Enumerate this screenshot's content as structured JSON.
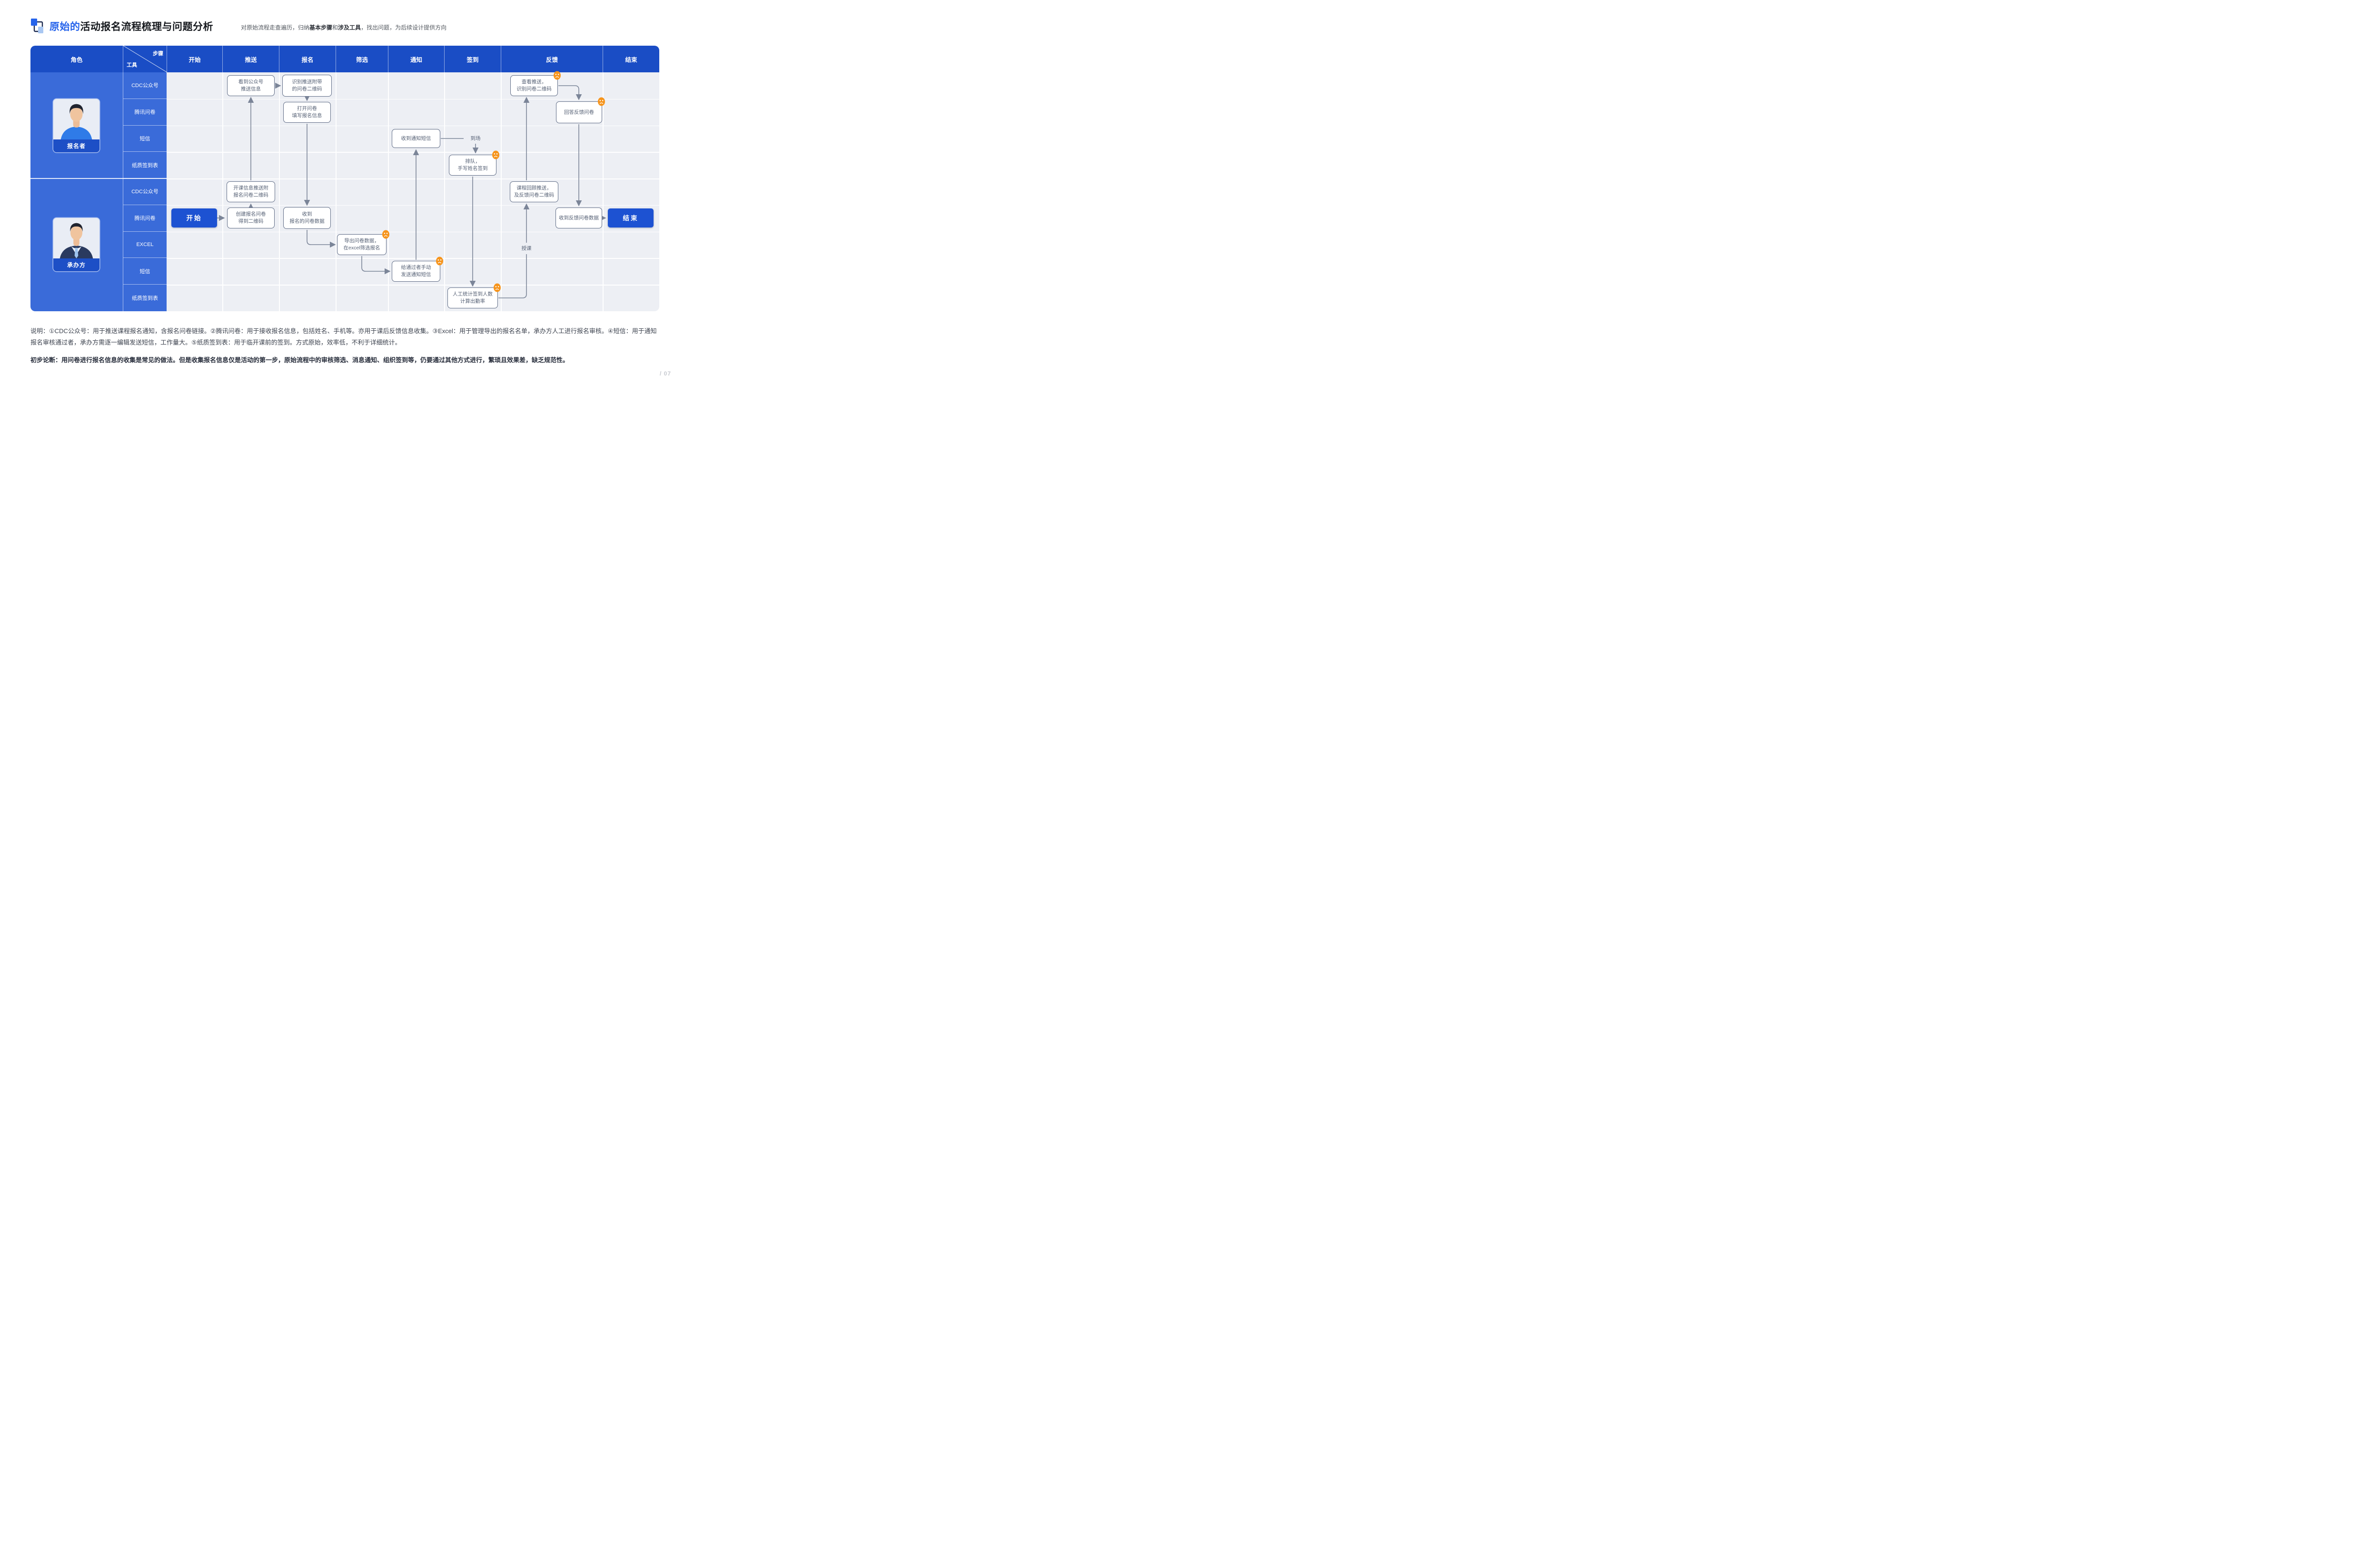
{
  "slide": {
    "title": {
      "highlight": "原始的",
      "rest": "活动报名流程梳理与问题分析"
    },
    "subtitle_runs": [
      {
        "text": "对原始流程走查遍历，归纳",
        "bold": false
      },
      {
        "text": "基本步骤",
        "bold": true
      },
      {
        "text": "和",
        "bold": false
      },
      {
        "text": "涉及工具",
        "bold": true
      },
      {
        "text": "，找出问题，为后续设计提供方向",
        "bold": false
      }
    ],
    "page_number": "/ 07"
  },
  "matrix": {
    "corner": {
      "role_label": "角色",
      "step_label": "步骤",
      "tool_label": "工具"
    },
    "steps": [
      "开始",
      "推送",
      "报名",
      "筛选",
      "通知",
      "签到",
      "反馈",
      "结束"
    ],
    "roles": [
      {
        "name": "报名者",
        "avatar": "male-blue-shirt",
        "tools": [
          "CDC公众号",
          "腾讯问卷",
          "短信",
          "纸质签到表"
        ]
      },
      {
        "name": "承办方",
        "avatar": "male-suit",
        "tools": [
          "CDC公众号",
          "腾讯问卷",
          "EXCEL",
          "短信",
          "纸质签到表"
        ]
      }
    ]
  },
  "flow": {
    "nodes": [
      {
        "id": "see_push",
        "role": "报名者",
        "tool": "CDC公众号",
        "step": "推送",
        "lines": [
          "看到公众号",
          "推送信息"
        ],
        "type": "task",
        "pain": false
      },
      {
        "id": "scan_qr",
        "role": "报名者",
        "tool": "CDC公众号",
        "step": "报名",
        "lines": [
          "识别推送附带",
          "的问卷二维码"
        ],
        "type": "task",
        "pain": false
      },
      {
        "id": "fill_form",
        "role": "报名者",
        "tool": "腾讯问卷",
        "step": "报名",
        "lines": [
          "打开问卷",
          "填写报名信息"
        ],
        "type": "task",
        "pain": false
      },
      {
        "id": "recv_sms",
        "role": "报名者",
        "tool": "短信",
        "step": "通知",
        "lines": [
          "收到通知短信"
        ],
        "type": "task",
        "pain": false
      },
      {
        "id": "queue_sign",
        "role": "报名者",
        "tool": "纸质签到表",
        "step": "签到",
        "lines": [
          "排队，",
          "手写姓名签到"
        ],
        "type": "task",
        "pain": true
      },
      {
        "id": "view_push",
        "role": "报名者",
        "tool": "CDC公众号",
        "step": "反馈",
        "lines": [
          "查看推送，",
          "识别问卷二维码"
        ],
        "type": "task",
        "pain": true
      },
      {
        "id": "answer_fb",
        "role": "报名者",
        "tool": "腾讯问卷",
        "step": "反馈",
        "lines": [
          "回答反馈问卷"
        ],
        "type": "task",
        "pain": true
      },
      {
        "id": "push_course",
        "role": "承办方",
        "tool": "CDC公众号",
        "step": "推送",
        "lines": [
          "开课信息推送附",
          "报名问卷二维码"
        ],
        "type": "task",
        "pain": false
      },
      {
        "id": "start",
        "role": "承办方",
        "tool": "腾讯问卷",
        "step": "开始",
        "lines": [
          "开始"
        ],
        "type": "start",
        "pain": false
      },
      {
        "id": "create_form",
        "role": "承办方",
        "tool": "腾讯问卷",
        "step": "推送",
        "lines": [
          "创建报名问卷",
          "得到二维码"
        ],
        "type": "task",
        "pain": false
      },
      {
        "id": "recv_data",
        "role": "承办方",
        "tool": "腾讯问卷",
        "step": "报名",
        "lines": [
          "收到",
          "报名的问卷数据"
        ],
        "type": "task",
        "pain": false
      },
      {
        "id": "export_excel",
        "role": "承办方",
        "tool": "EXCEL",
        "step": "筛选",
        "lines": [
          "导出问卷数据，",
          "在excel筛选报名"
        ],
        "type": "task",
        "pain": true
      },
      {
        "id": "send_sms",
        "role": "承办方",
        "tool": "短信",
        "step": "通知",
        "lines": [
          "给通过者手动",
          "发送通知短信"
        ],
        "type": "task",
        "pain": true
      },
      {
        "id": "count_sign",
        "role": "承办方",
        "tool": "纸质签到表",
        "step": "签到",
        "lines": [
          "人工统计签到人数",
          "计算出勤率"
        ],
        "type": "task",
        "pain": true
      },
      {
        "id": "review_push",
        "role": "承办方",
        "tool": "CDC公众号",
        "step": "反馈",
        "lines": [
          "课程回顾推送，",
          "及反馈问卷二维码"
        ],
        "type": "task",
        "pain": false
      },
      {
        "id": "recv_fb",
        "role": "承办方",
        "tool": "腾讯问卷",
        "step": "反馈",
        "lines": [
          "收到反馈问卷数据"
        ],
        "type": "task",
        "pain": false
      },
      {
        "id": "end",
        "role": "承办方",
        "tool": "腾讯问卷",
        "step": "结束",
        "lines": [
          "结束"
        ],
        "type": "end",
        "pain": false
      }
    ],
    "edge_labels": {
      "arrive": "到场",
      "teach": "授课"
    }
  },
  "notes": {
    "paragraph1": "说明：①CDC公众号：用于推送课程报名通知，含报名问卷链接。②腾讯问卷：用于接收报名信息，包括姓名、手机等。亦用于课后反馈信息收集。③Excel：用于管理导出的报名名单，承办方人工进行报名审核。④短信：用于通知报名审核通过者，承办方需逐一编辑发送短信，工作量大。⑤纸质签到表：用于临开课前的签到。方式原始，效率低，不利于详细统计。",
    "paragraph2": "初步论断：用问卷进行报名信息的收集是常见的做法。但是收集报名信息仅是活动的第一步，原始流程中的审核筛选、消息通知、组织签到等，仍要通过其他方式进行，繁琐且效果差，缺乏规范性。"
  },
  "colors": {
    "header_blue": "#1A4DC5",
    "panel_blue": "#3A6BD9",
    "card_label_blue": "#1D4FC6",
    "accent_blue": "#1D52D2",
    "title_blue": "#2563EB",
    "flow_bg": "#EDEFF4",
    "box_border": "#5E6B85",
    "box_text": "#566175",
    "arrow_gray": "#7B8598",
    "pain_orange": "#F6941C"
  }
}
